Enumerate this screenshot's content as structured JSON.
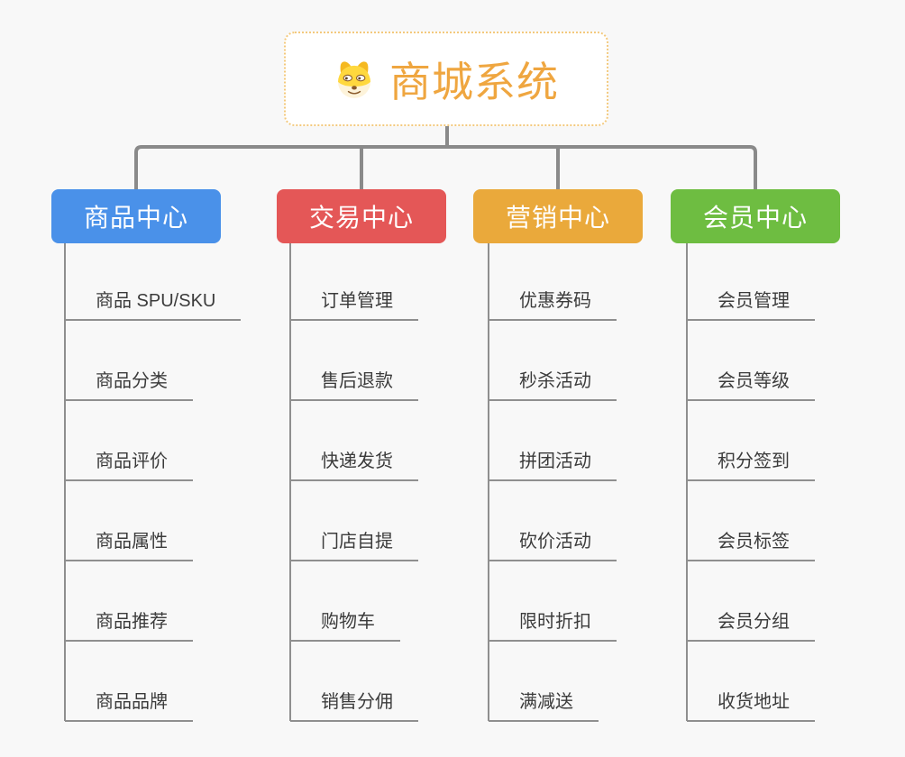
{
  "root": {
    "title": "商城系统",
    "icon": "doge-icon"
  },
  "branches": [
    {
      "label": "商品中心",
      "color": "#4a91e9",
      "items": [
        "商品 SPU/SKU",
        "商品分类",
        "商品评价",
        "商品属性",
        "商品推荐",
        "商品品牌"
      ]
    },
    {
      "label": "交易中心",
      "color": "#e45757",
      "items": [
        "订单管理",
        "售后退款",
        "快递发货",
        "门店自提",
        "购物车",
        "销售分佣"
      ]
    },
    {
      "label": "营销中心",
      "color": "#eaa93b",
      "items": [
        "优惠券码",
        "秒杀活动",
        "拼团活动",
        "砍价活动",
        "限时折扣",
        "满减送"
      ]
    },
    {
      "label": "会员中心",
      "color": "#6ebd41",
      "items": [
        "会员管理",
        "会员等级",
        "积分签到",
        "会员标签",
        "会员分组",
        "收货地址"
      ]
    }
  ],
  "colors": {
    "background": "#f8f8f8",
    "connector_thick": "#8a8a8a",
    "connector_thin": "#8f8f8f",
    "root_text": "#efa640",
    "root_border": "#f3c97d",
    "item_text": "#3b3b3b"
  }
}
